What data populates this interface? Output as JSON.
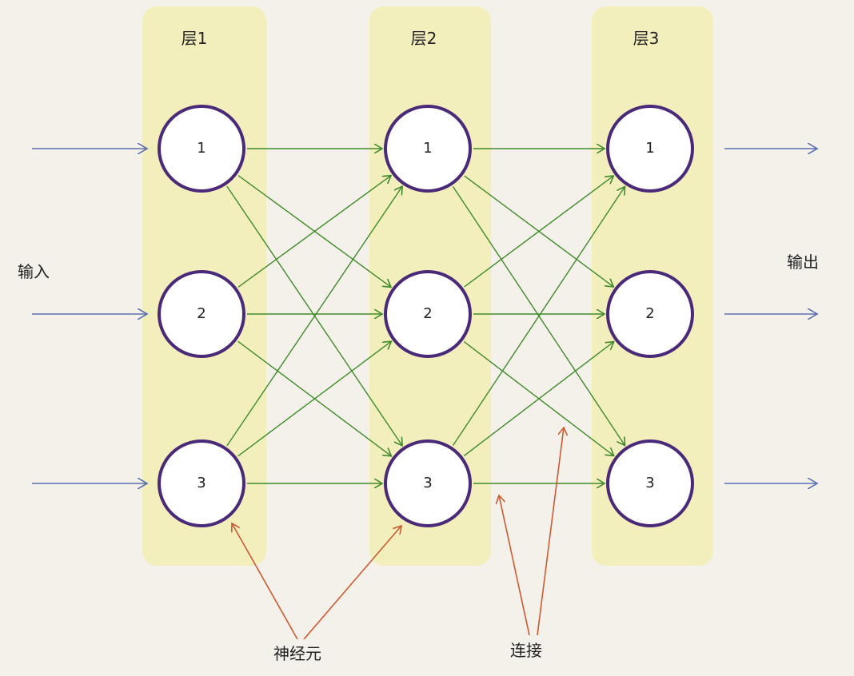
{
  "layers": [
    {
      "label": "层1",
      "nodes": [
        "1",
        "2",
        "3"
      ]
    },
    {
      "label": "层2",
      "nodes": [
        "1",
        "2",
        "3"
      ]
    },
    {
      "label": "层3",
      "nodes": [
        "1",
        "2",
        "3"
      ]
    }
  ],
  "input_label": "输入",
  "output_label": "输出",
  "annotations": {
    "neuron": "神经元",
    "connection": "连接"
  },
  "colors": {
    "layer_band": "#f1efb4",
    "node_stroke": "#4a2a78",
    "connection": "#3f8a2a",
    "io_arrow": "#5a6fb0",
    "annotation_arrow": "#cc5a33",
    "background": "#f4f1ea"
  }
}
